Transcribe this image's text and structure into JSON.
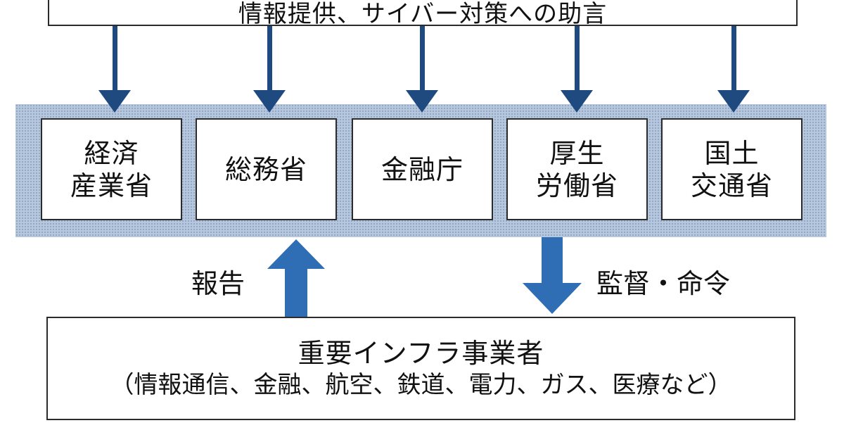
{
  "top_box": {
    "text": "情報提供、サイバー対策への助言"
  },
  "ministries": [
    {
      "lines": [
        "経済",
        "産業省"
      ]
    },
    {
      "lines": [
        "総務省"
      ]
    },
    {
      "lines": [
        "金融庁"
      ]
    },
    {
      "lines": [
        "厚生",
        "労働省"
      ]
    },
    {
      "lines": [
        "国土",
        "交通省"
      ]
    }
  ],
  "labels": {
    "report": "報告",
    "supervise": "監督・命令"
  },
  "bottom_box": {
    "title": "重要インフラ事業者",
    "subtitle": "（情報通信、金融、航空、鉄道、電力、ガス、医療など）"
  },
  "colors": {
    "dark_arrow": "#1f4a80",
    "blue_arrow": "#2f6db4",
    "band": "#b7c7dd"
  }
}
